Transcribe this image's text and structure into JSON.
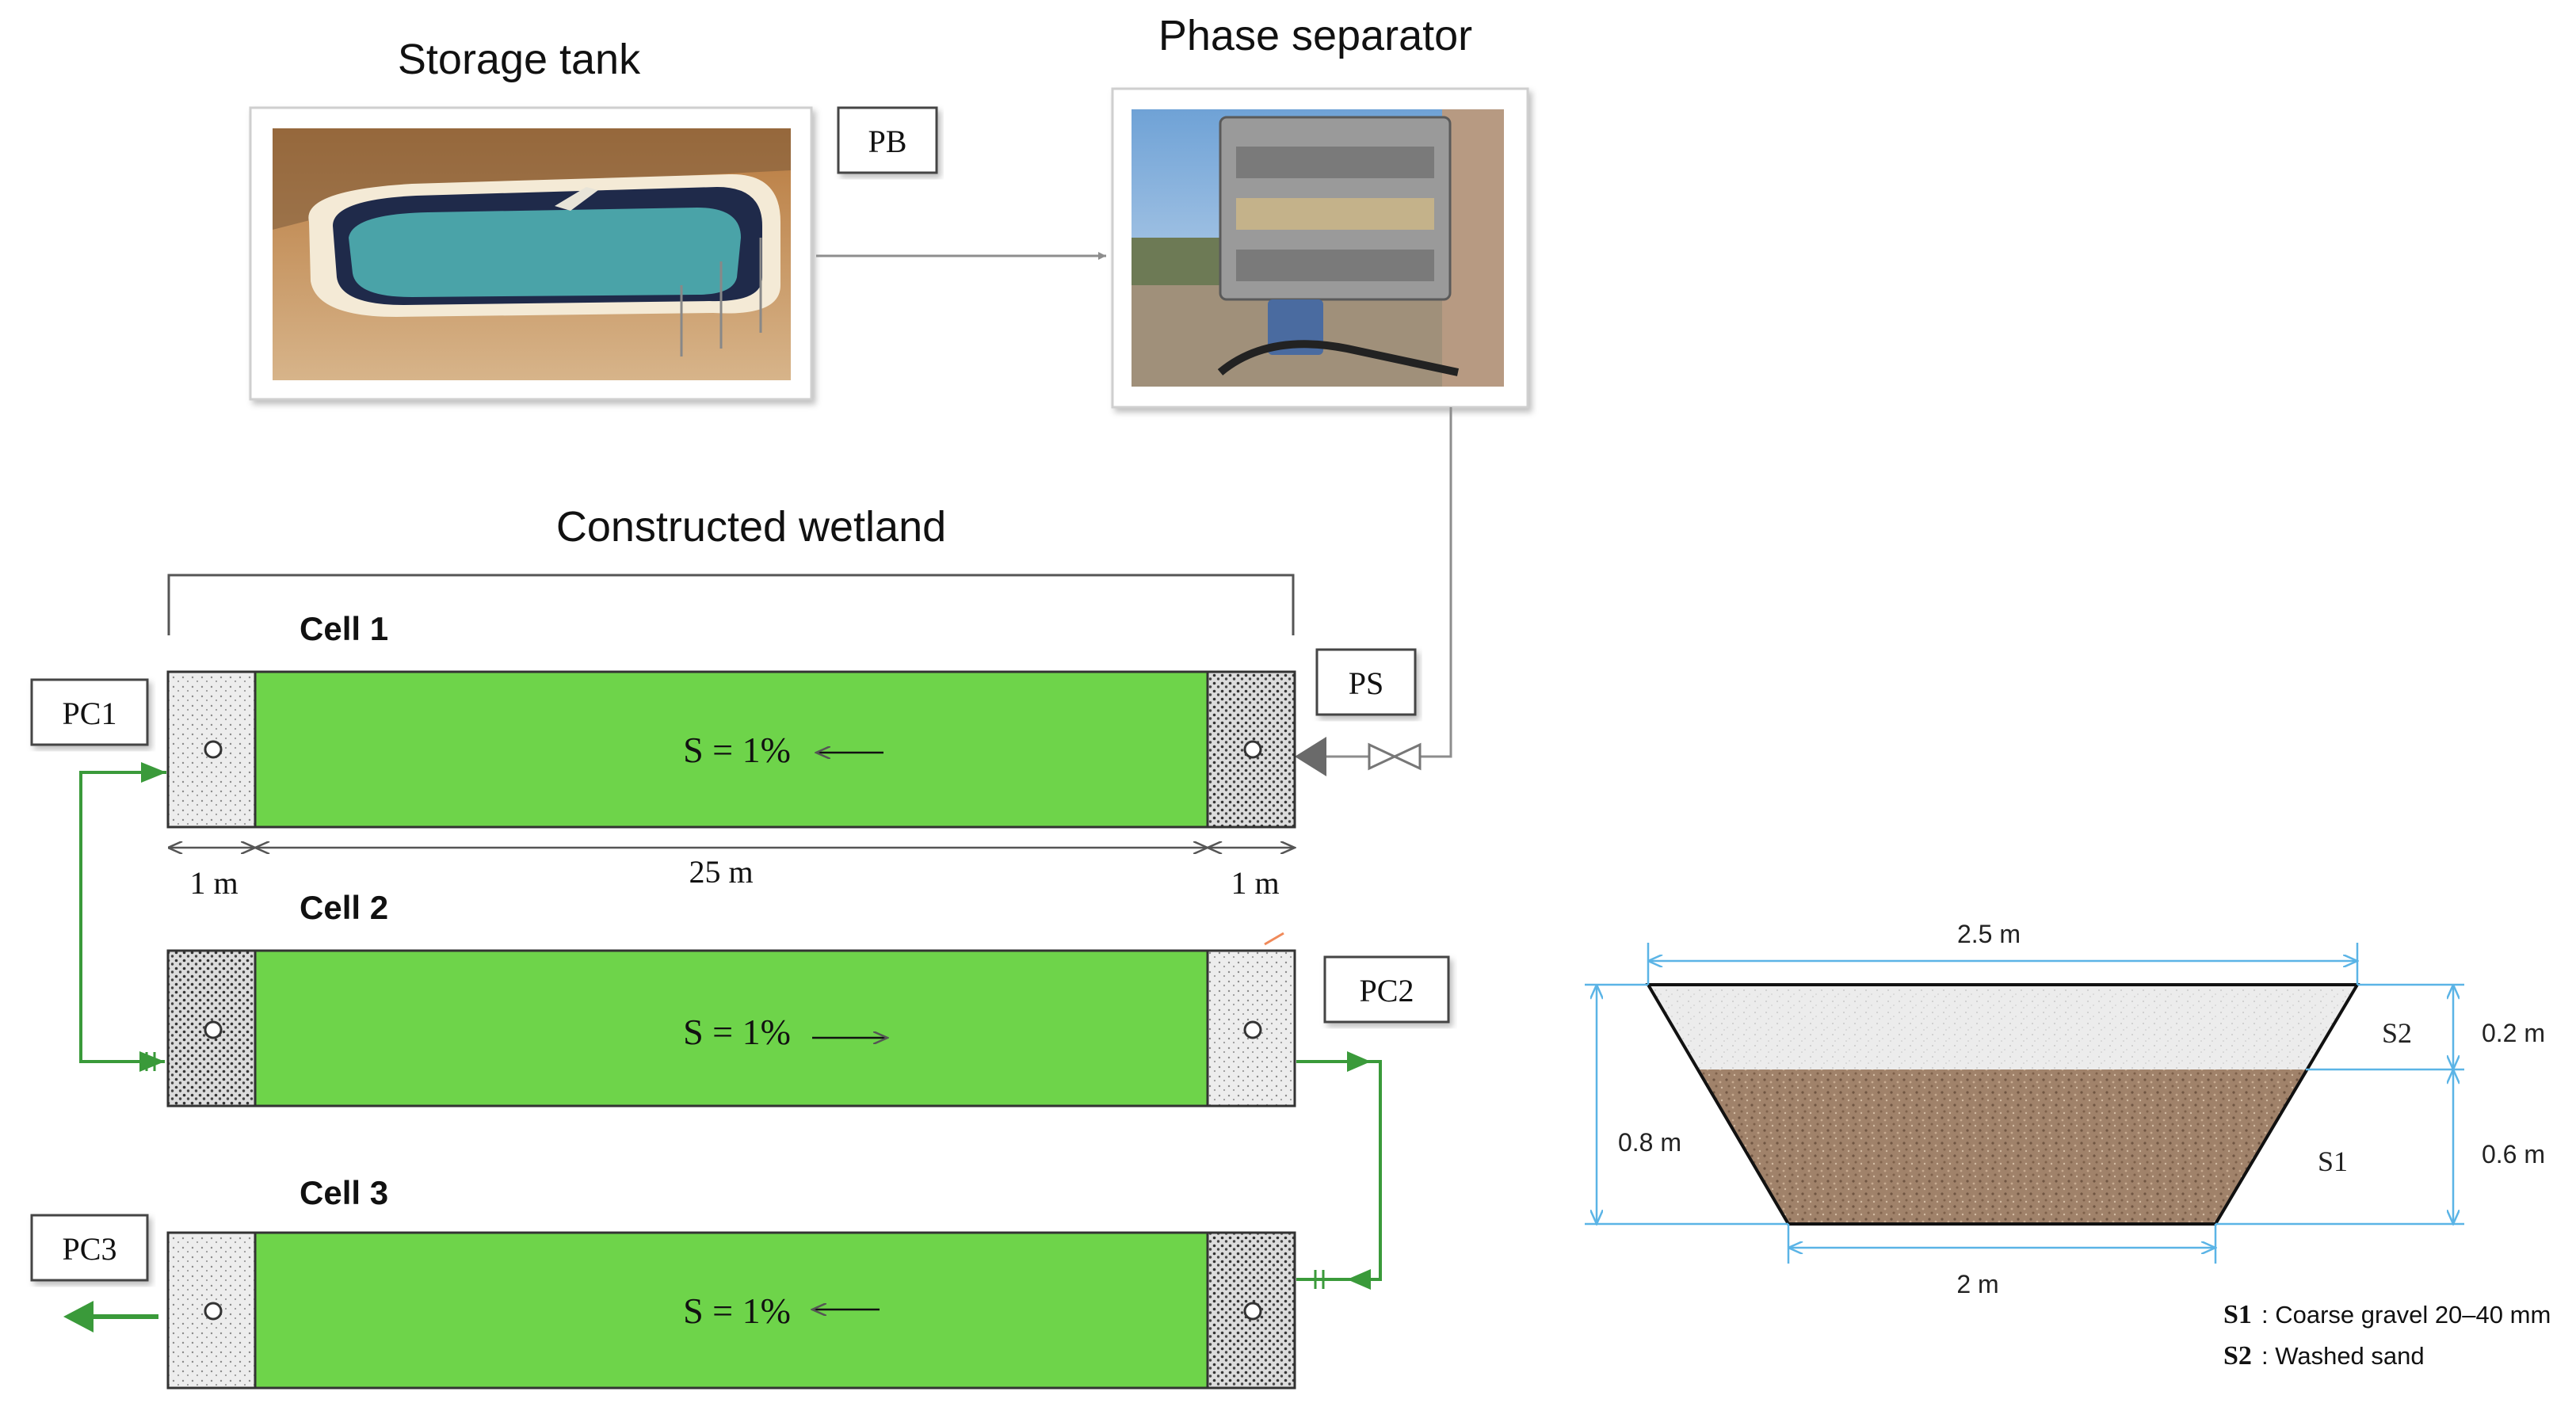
{
  "titles": {
    "storage_tank": "Storage tank",
    "phase_separator": "Phase separator",
    "constructed_wetland": "Constructed wetland"
  },
  "boxes": {
    "pb": "PB",
    "ps": "PS",
    "pc1": "PC1",
    "pc2": "PC2",
    "pc3": "PC3"
  },
  "cells": [
    {
      "label": "Cell 1",
      "slope": "S = 1%",
      "flow": "left"
    },
    {
      "label": "Cell 2",
      "slope": "S = 1%",
      "flow": "right"
    },
    {
      "label": "Cell 3",
      "slope": "S = 1%",
      "flow": "left"
    }
  ],
  "dimensions": {
    "inlet": "1 m",
    "length": "25 m",
    "outlet": "1 m"
  },
  "section": {
    "top_width": "2.5 m",
    "bottom_width": "2 m",
    "total_depth": "0.8 m",
    "s2_depth": "0.2 m",
    "s1_depth": "0.6 m",
    "s2_label": "S2",
    "s1_label": "S1"
  },
  "legend": [
    {
      "key": "S1",
      "text": ": Coarse gravel 20–40 mm"
    },
    {
      "key": "S2",
      "text": ":  Washed sand"
    }
  ],
  "colors": {
    "wetland_green": "#6ed44a",
    "flow_arrow_green": "#3a9a3a",
    "dimension_blue": "#5bb4e6",
    "gravel_brown": "#a0826a",
    "sand_light": "#ececec",
    "outline": "#333333"
  }
}
